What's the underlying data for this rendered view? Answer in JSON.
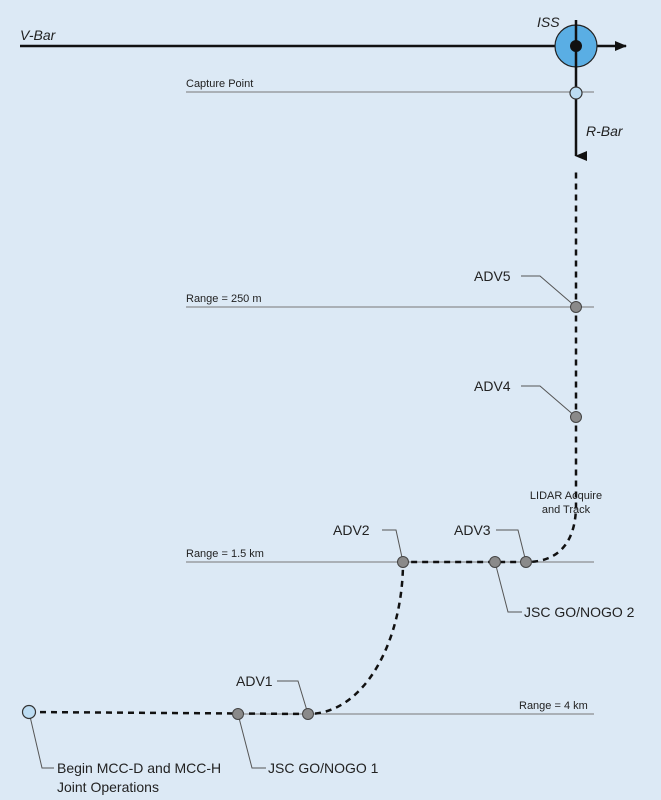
{
  "diagram": {
    "axes": {
      "vbar": "V-Bar",
      "rbar": "R-Bar",
      "station": "ISS"
    },
    "ranges": {
      "capture": "Capture Point",
      "r250": "Range = 250 m",
      "r15": "Range = 1.5 km",
      "r4": "Range = 4 km"
    },
    "waypoints": {
      "adv1": "ADV1",
      "adv2": "ADV2",
      "adv3": "ADV3",
      "adv4": "ADV4",
      "adv5": "ADV5"
    },
    "events": {
      "lidar_1": "LIDAR Acquire",
      "lidar_2": "and Track",
      "gonogo1": "JSC GO/NOGO 1",
      "gonogo2": "JSC GO/NOGO 2",
      "begin_1": "Begin MCC-D and MCC-H",
      "begin_2": "Joint Operations"
    },
    "colors": {
      "background": "#dce9f5",
      "iss_fill": "#5aaee4",
      "waypoint": "#8a8a8a",
      "start": "#bcdcf2"
    }
  }
}
